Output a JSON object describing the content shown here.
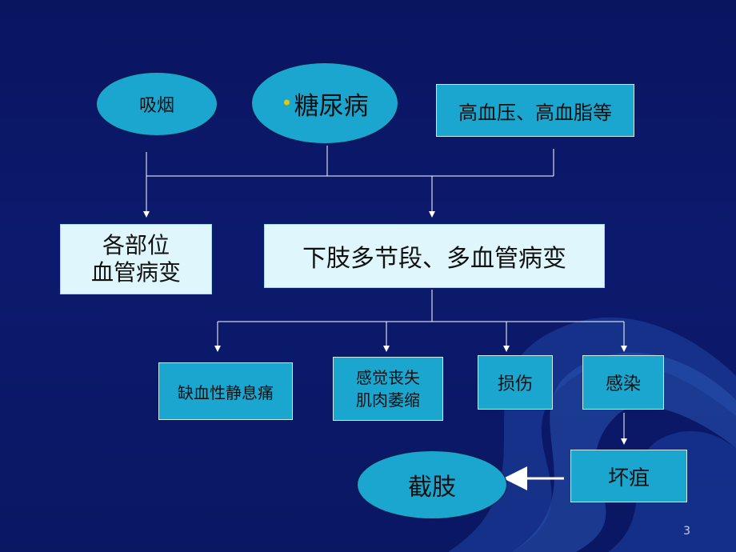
{
  "nodes": {
    "smoking": "吸烟",
    "diabetes": "糖尿病",
    "hypertension": "高血压、高血脂等",
    "vascular_all": [
      "各部位",
      "血管病变"
    ],
    "lower_limb": "下肢多节段、多血管病变",
    "ischemic_pain": "缺血性静息痛",
    "sensory_loss": [
      "感觉丧失",
      "肌肉萎缩"
    ],
    "injury": "损伤",
    "infection": "感染",
    "gangrene": "坏疽",
    "amputation": "截肢"
  },
  "page_number": "3",
  "colors": {
    "background": "#0c1a6e",
    "node_fill": "#1aa6cf",
    "highlight_fill": "#dff7fc",
    "bullet": "#f2c300",
    "line": "#ffffff"
  }
}
